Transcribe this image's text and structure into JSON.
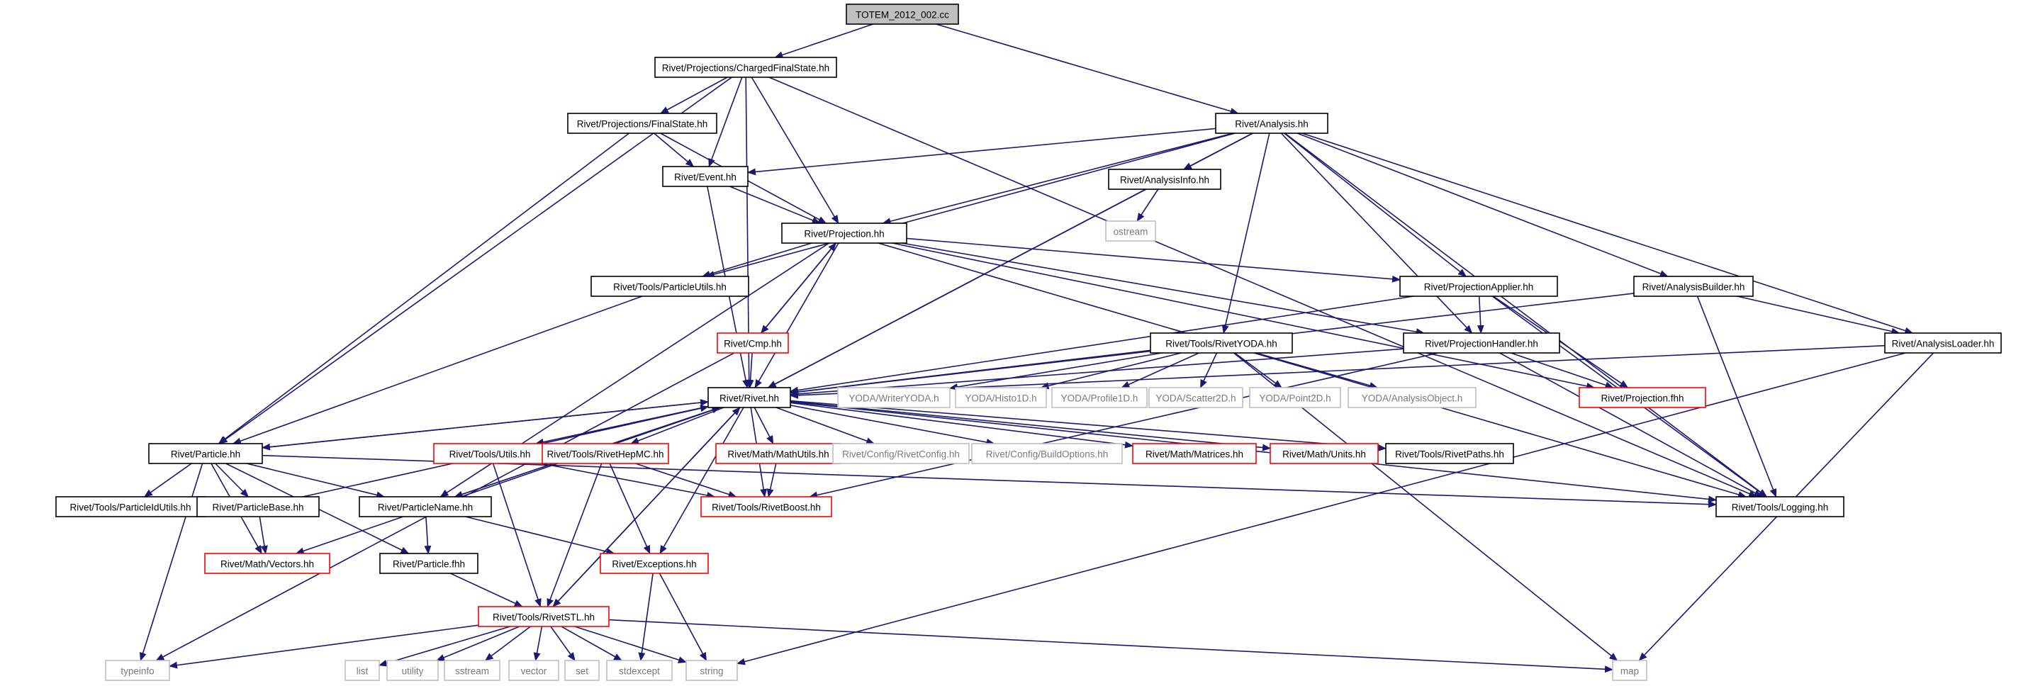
{
  "title": "TOTEM_2012_002.cc",
  "colors": {
    "edge": "#191970",
    "normal_border": "#000000",
    "red_border": "#ff0000",
    "system_border": "#bfbfbf",
    "root_fill": "#bfbfbf",
    "system_text": "#7a7a7a"
  },
  "nodes": [
    {
      "id": "root",
      "label": "TOTEM_2012_002.cc",
      "kind": "root"
    },
    {
      "id": "cfs",
      "label": "Rivet/Projections/ChargedFinalState.hh",
      "kind": "normal"
    },
    {
      "id": "ana",
      "label": "Rivet/Analysis.hh",
      "kind": "normal"
    },
    {
      "id": "fs",
      "label": "Rivet/Projections/FinalState.hh",
      "kind": "normal"
    },
    {
      "id": "event",
      "label": "Rivet/Event.hh",
      "kind": "normal"
    },
    {
      "id": "ainfo",
      "label": "Rivet/AnalysisInfo.hh",
      "kind": "normal"
    },
    {
      "id": "ostream",
      "label": "ostream",
      "kind": "system"
    },
    {
      "id": "proj",
      "label": "Rivet/Projection.hh",
      "kind": "normal"
    },
    {
      "id": "putils",
      "label": "Rivet/Tools/ParticleUtils.hh",
      "kind": "normal"
    },
    {
      "id": "papplier",
      "label": "Rivet/ProjectionApplier.hh",
      "kind": "normal"
    },
    {
      "id": "abuilder",
      "label": "Rivet/AnalysisBuilder.hh",
      "kind": "normal"
    },
    {
      "id": "cmp",
      "label": "Rivet/Cmp.hh",
      "kind": "red"
    },
    {
      "id": "ryoda",
      "label": "Rivet/Tools/RivetYODA.hh",
      "kind": "normal"
    },
    {
      "id": "phandler",
      "label": "Rivet/ProjectionHandler.hh",
      "kind": "normal"
    },
    {
      "id": "aloader",
      "label": "Rivet/AnalysisLoader.hh",
      "kind": "normal"
    },
    {
      "id": "rivet",
      "label": "Rivet/Rivet.hh",
      "kind": "normal"
    },
    {
      "id": "ywriter",
      "label": "YODA/WriterYODA.h",
      "kind": "system"
    },
    {
      "id": "yh1d",
      "label": "YODA/Histo1D.h",
      "kind": "system"
    },
    {
      "id": "yp1d",
      "label": "YODA/Profile1D.h",
      "kind": "system"
    },
    {
      "id": "ys2d",
      "label": "YODA/Scatter2D.h",
      "kind": "system"
    },
    {
      "id": "ypt2d",
      "label": "YODA/Point2D.h",
      "kind": "system"
    },
    {
      "id": "yao",
      "label": "YODA/AnalysisObject.h",
      "kind": "system"
    },
    {
      "id": "pfhh",
      "label": "Rivet/Projection.fhh",
      "kind": "red"
    },
    {
      "id": "particle",
      "label": "Rivet/Particle.hh",
      "kind": "normal"
    },
    {
      "id": "tutils",
      "label": "Rivet/Tools/Utils.hh",
      "kind": "red"
    },
    {
      "id": "rhepmc",
      "label": "Rivet/Tools/RivetHepMC.hh",
      "kind": "red"
    },
    {
      "id": "mathutils",
      "label": "Rivet/Math/MathUtils.hh",
      "kind": "red"
    },
    {
      "id": "rconfig",
      "label": "Rivet/Config/RivetConfig.hh",
      "kind": "system"
    },
    {
      "id": "bconfig",
      "label": "Rivet/Config/BuildOptions.hh",
      "kind": "system"
    },
    {
      "id": "matrices",
      "label": "Rivet/Math/Matrices.hh",
      "kind": "red"
    },
    {
      "id": "units",
      "label": "Rivet/Math/Units.hh",
      "kind": "red"
    },
    {
      "id": "rpaths",
      "label": "Rivet/Tools/RivetPaths.hh",
      "kind": "normal"
    },
    {
      "id": "pidutils",
      "label": "Rivet/Tools/ParticleIdUtils.hh",
      "kind": "normal"
    },
    {
      "id": "pbase",
      "label": "Rivet/ParticleBase.hh",
      "kind": "normal"
    },
    {
      "id": "pname",
      "label": "Rivet/ParticleName.hh",
      "kind": "normal"
    },
    {
      "id": "rboost",
      "label": "Rivet/Tools/RivetBoost.hh",
      "kind": "red"
    },
    {
      "id": "logging",
      "label": "Rivet/Tools/Logging.hh",
      "kind": "normal"
    },
    {
      "id": "vectors",
      "label": "Rivet/Math/Vectors.hh",
      "kind": "red"
    },
    {
      "id": "particlefhh",
      "label": "Rivet/Particle.fhh",
      "kind": "normal"
    },
    {
      "id": "exceptions",
      "label": "Rivet/Exceptions.hh",
      "kind": "red"
    },
    {
      "id": "rstl",
      "label": "Rivet/Tools/RivetSTL.hh",
      "kind": "red"
    },
    {
      "id": "typeinfo",
      "label": "typeinfo",
      "kind": "system"
    },
    {
      "id": "list",
      "label": "list",
      "kind": "system"
    },
    {
      "id": "utility",
      "label": "utility",
      "kind": "system"
    },
    {
      "id": "sstream",
      "label": "sstream",
      "kind": "system"
    },
    {
      "id": "vector",
      "label": "vector",
      "kind": "system"
    },
    {
      "id": "set",
      "label": "set",
      "kind": "system"
    },
    {
      "id": "stdexcept",
      "label": "stdexcept",
      "kind": "system"
    },
    {
      "id": "string",
      "label": "string",
      "kind": "system"
    },
    {
      "id": "map",
      "label": "map",
      "kind": "system"
    }
  ],
  "edges": [
    [
      "root",
      "cfs"
    ],
    [
      "root",
      "ana"
    ],
    [
      "cfs",
      "fs"
    ],
    [
      "cfs",
      "event"
    ],
    [
      "cfs",
      "proj"
    ],
    [
      "cfs",
      "particle"
    ],
    [
      "cfs",
      "rivet"
    ],
    [
      "cfs",
      "logging"
    ],
    [
      "fs",
      "event"
    ],
    [
      "fs",
      "proj"
    ],
    [
      "fs",
      "particle"
    ],
    [
      "ana",
      "event"
    ],
    [
      "ana",
      "ainfo"
    ],
    [
      "ana",
      "proj"
    ],
    [
      "ana",
      "putils"
    ],
    [
      "ana",
      "rivet"
    ],
    [
      "ana",
      "ryoda"
    ],
    [
      "ana",
      "papplier"
    ],
    [
      "ana",
      "phandler"
    ],
    [
      "ana",
      "abuilder"
    ],
    [
      "ana",
      "aloader"
    ],
    [
      "ana",
      "logging"
    ],
    [
      "ainfo",
      "ostream"
    ],
    [
      "ainfo",
      "rivet"
    ],
    [
      "event",
      "proj"
    ],
    [
      "event",
      "rivet"
    ],
    [
      "proj",
      "putils"
    ],
    [
      "proj",
      "cmp"
    ],
    [
      "proj",
      "rivet"
    ],
    [
      "proj",
      "papplier"
    ],
    [
      "proj",
      "phandler"
    ],
    [
      "proj",
      "pfhh"
    ],
    [
      "proj",
      "logging"
    ],
    [
      "proj",
      "pname"
    ],
    [
      "cmp",
      "proj"
    ],
    [
      "cmp",
      "rivet"
    ],
    [
      "cmp",
      "typeinfo"
    ],
    [
      "putils",
      "particle"
    ],
    [
      "papplier",
      "phandler"
    ],
    [
      "papplier",
      "pfhh"
    ],
    [
      "papplier",
      "rivet"
    ],
    [
      "papplier",
      "logging"
    ],
    [
      "abuilder",
      "aloader"
    ],
    [
      "abuilder",
      "rivet"
    ],
    [
      "abuilder",
      "logging"
    ],
    [
      "phandler",
      "pfhh"
    ],
    [
      "phandler",
      "rivet"
    ],
    [
      "phandler",
      "logging"
    ],
    [
      "phandler",
      "rboost"
    ],
    [
      "aloader",
      "rivet"
    ],
    [
      "aloader",
      "string"
    ],
    [
      "aloader",
      "map"
    ],
    [
      "ryoda",
      "rivet"
    ],
    [
      "ryoda",
      "ywriter"
    ],
    [
      "ryoda",
      "yh1d"
    ],
    [
      "ryoda",
      "yp1d"
    ],
    [
      "ryoda",
      "ys2d"
    ],
    [
      "ryoda",
      "ypt2d"
    ],
    [
      "ryoda",
      "yao"
    ],
    [
      "ryoda",
      "map"
    ],
    [
      "rivet",
      "particle"
    ],
    [
      "rivet",
      "tutils"
    ],
    [
      "rivet",
      "rhepmc"
    ],
    [
      "rivet",
      "mathutils"
    ],
    [
      "rivet",
      "rconfig"
    ],
    [
      "rivet",
      "bconfig"
    ],
    [
      "rivet",
      "matrices"
    ],
    [
      "rivet",
      "units"
    ],
    [
      "rivet",
      "rpaths"
    ],
    [
      "rivet",
      "logging"
    ],
    [
      "rivet",
      "rboost"
    ],
    [
      "rivet",
      "exceptions"
    ],
    [
      "rivet",
      "pname"
    ],
    [
      "rivet",
      "vectors"
    ],
    [
      "rivet",
      "rstl"
    ],
    [
      "particle",
      "rivet"
    ],
    [
      "particle",
      "pidutils"
    ],
    [
      "particle",
      "pbase"
    ],
    [
      "particle",
      "pname"
    ],
    [
      "particle",
      "vectors"
    ],
    [
      "particle",
      "particlefhh"
    ],
    [
      "particle",
      "logging"
    ],
    [
      "particle",
      "typeinfo"
    ],
    [
      "pbase",
      "rivet"
    ],
    [
      "pbase",
      "vectors"
    ],
    [
      "pname",
      "rivet"
    ],
    [
      "pname",
      "particlefhh"
    ],
    [
      "pname",
      "exceptions"
    ],
    [
      "tutils",
      "rstl"
    ],
    [
      "tutils",
      "rboost"
    ],
    [
      "rhepmc",
      "rboost"
    ],
    [
      "rhepmc",
      "exceptions"
    ],
    [
      "rhepmc",
      "rstl"
    ],
    [
      "mathutils",
      "rboost"
    ],
    [
      "particlefhh",
      "rstl"
    ],
    [
      "exceptions",
      "stdexcept"
    ],
    [
      "exceptions",
      "string"
    ],
    [
      "rstl",
      "rivet"
    ],
    [
      "rstl",
      "typeinfo"
    ],
    [
      "rstl",
      "list"
    ],
    [
      "rstl",
      "utility"
    ],
    [
      "rstl",
      "sstream"
    ],
    [
      "rstl",
      "vector"
    ],
    [
      "rstl",
      "set"
    ],
    [
      "rstl",
      "stdexcept"
    ],
    [
      "rstl",
      "string"
    ],
    [
      "rstl",
      "map"
    ]
  ]
}
